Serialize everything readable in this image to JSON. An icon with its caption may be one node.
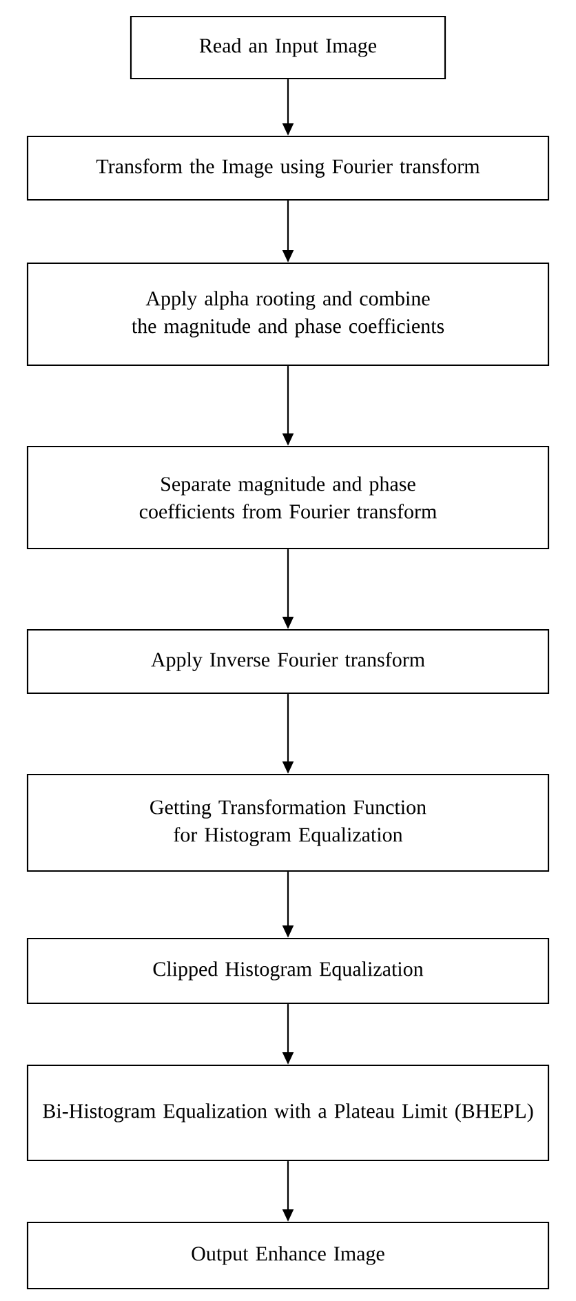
{
  "diagram": {
    "nodes": [
      {
        "text": [
          "Read an Input Image"
        ]
      },
      {
        "text": [
          "Transform the Image using Fourier transform"
        ]
      },
      {
        "text": [
          "Apply alpha rooting and combine the magnitude and phase coefficients"
        ]
      },
      {
        "text": [
          "Separate magnitude and phase coefficients from Fourier transform"
        ]
      },
      {
        "text": [
          "Apply Inverse Fourier transform"
        ]
      },
      {
        "text": [
          "Getting Transformation Function for Histogram Equalization"
        ]
      },
      {
        "text": [
          "Clipped Histogram Equalization"
        ]
      },
      {
        "text": [
          "Bi-Histogram Equalization with a Plateau Limit (BHEPL)"
        ]
      },
      {
        "text": [
          "Output Enhance Image"
        ]
      }
    ],
    "edges": [
      {
        "from": 0,
        "to": 1,
        "arrow": "to"
      },
      {
        "from": 1,
        "to": 2,
        "arrow": "to"
      },
      {
        "from": 2,
        "to": 3,
        "arrow": "to"
      },
      {
        "from": 3,
        "to": 4,
        "arrow": "to"
      },
      {
        "from": 4,
        "to": 5,
        "arrow": "to"
      },
      {
        "from": 5,
        "to": 6,
        "arrow": "to"
      },
      {
        "from": 6,
        "to": 7,
        "arrow": "to"
      },
      {
        "from": 7,
        "to": 8,
        "arrow": "to"
      }
    ]
  }
}
